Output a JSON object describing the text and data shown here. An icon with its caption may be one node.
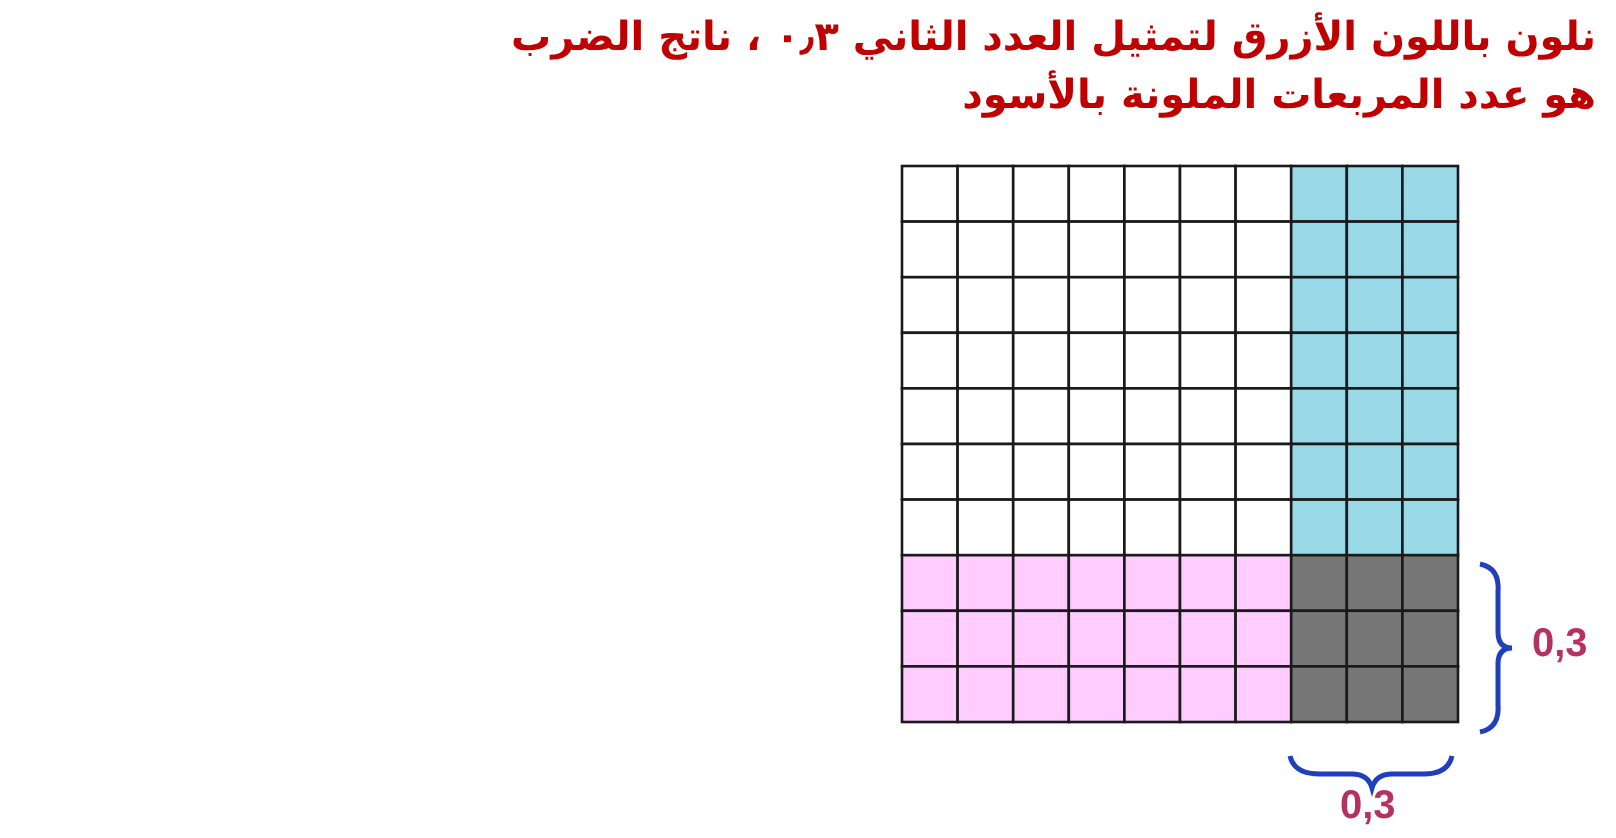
{
  "diagram": {
    "title": "نلون باللون الأزرق لتمثيل العدد الثاني ٠٫٣ ، ناتج الضرب هو عدد المربعات الملونة بالأسود",
    "labels": [
      "0,3",
      "0,3"
    ]
  }
}
